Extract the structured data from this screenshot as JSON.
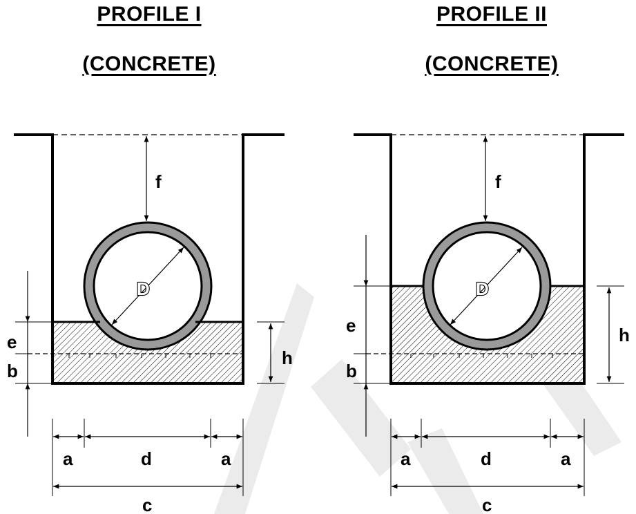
{
  "profiles": [
    {
      "title": "PROFILE  I",
      "material": "(CONCRETE)",
      "labels": {
        "f": "f",
        "D": "D",
        "e": "e",
        "b": "b",
        "h": "h",
        "a_left": "a",
        "d": "d",
        "a_right": "a",
        "c": "c"
      }
    },
    {
      "title": "PROFILE  II",
      "material": "(CONCRETE)",
      "labels": {
        "f": "f",
        "D": "D",
        "e": "e",
        "b": "b",
        "h": "h",
        "a_left": "a",
        "d": "d",
        "a_right": "a",
        "c": "c"
      }
    }
  ],
  "colors": {
    "line": "#000000",
    "pipe_wall": "#9a9a9a",
    "hatch": "#000000",
    "watermark": "#e6e6e6"
  }
}
